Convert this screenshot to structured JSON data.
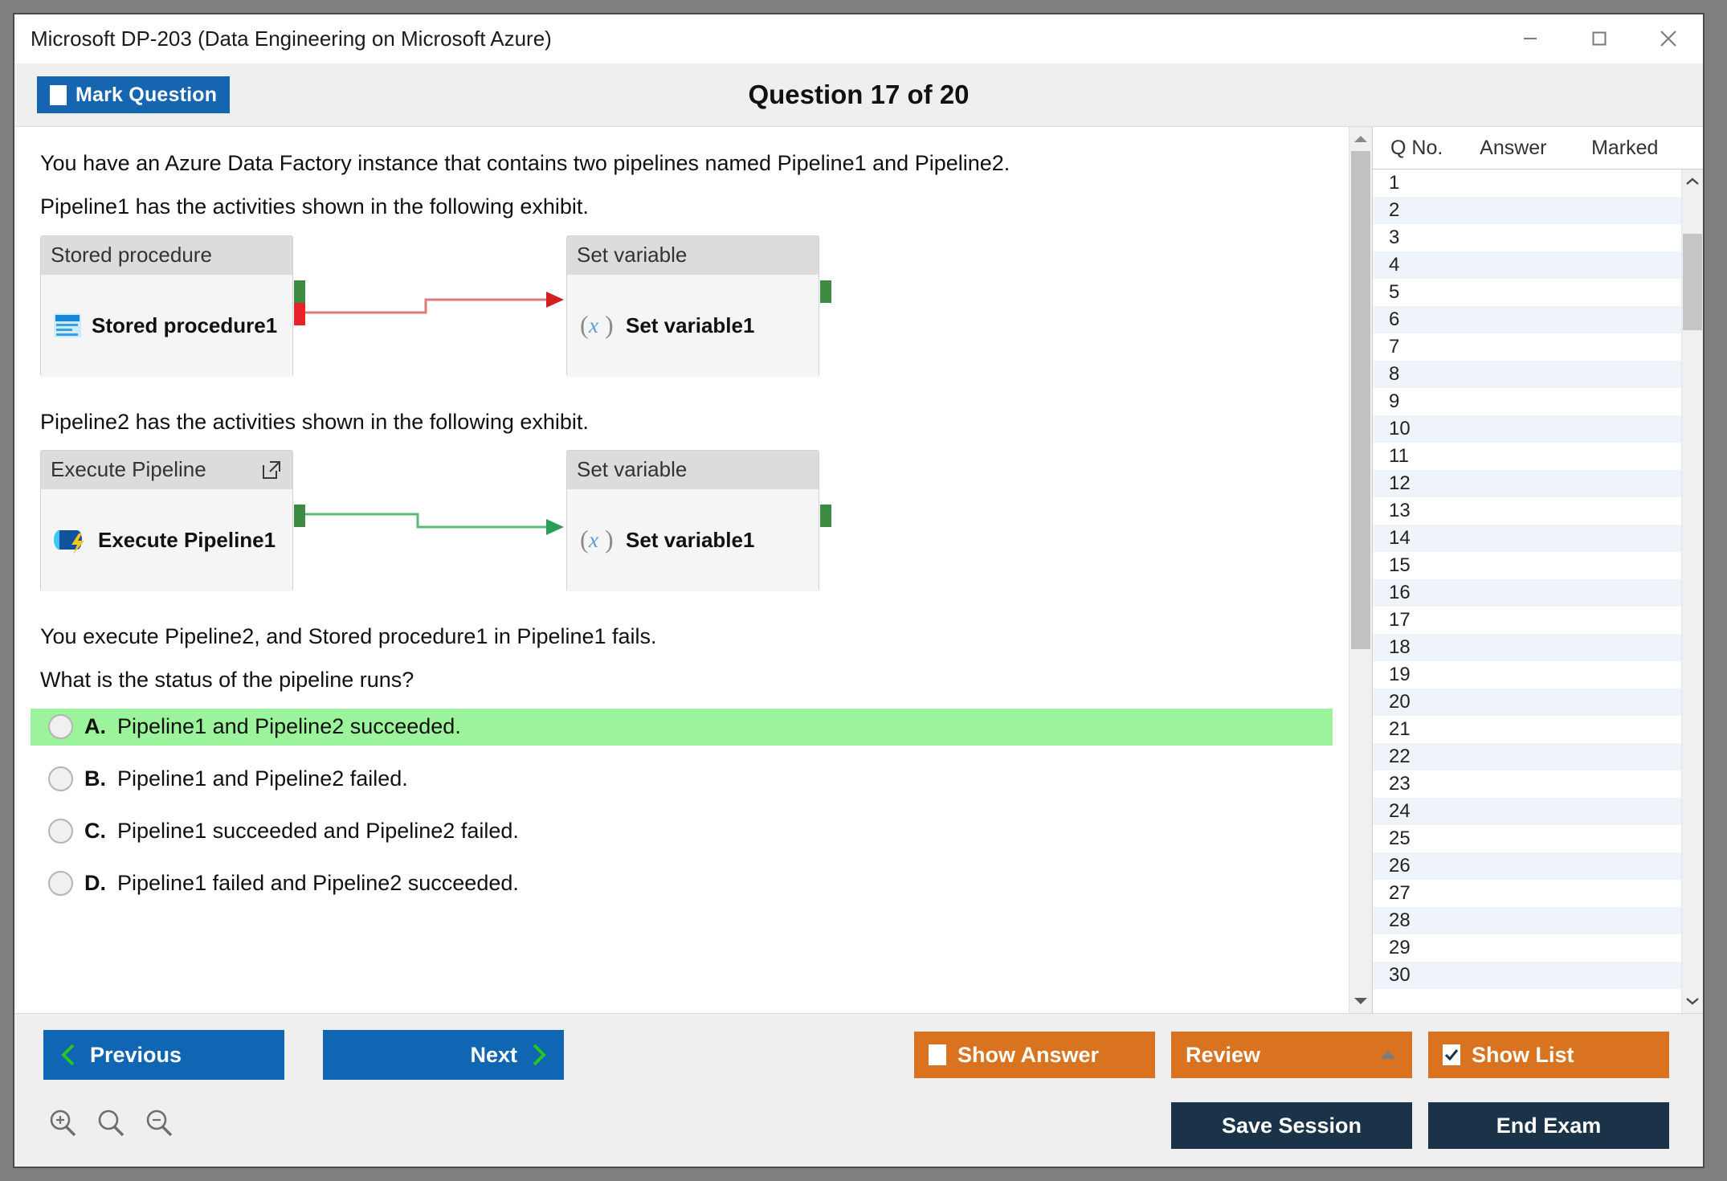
{
  "window": {
    "title": "Microsoft DP-203 (Data Engineering on Microsoft Azure)",
    "controls": {
      "minimize": "minimize-icon",
      "maximize": "maximize-icon",
      "close": "close-icon"
    }
  },
  "header": {
    "mark_question_label": "Mark Question",
    "question_title": "Question 17 of 20",
    "current_question": 17,
    "total_questions": 20
  },
  "question": {
    "intro": "You have an Azure Data Factory instance that contains two pipelines named Pipeline1 and Pipeline2.",
    "exhibit1_caption": "Pipeline1 has the activities shown in the following exhibit.",
    "exhibit2_caption": "Pipeline2 has the activities shown in the following exhibit.",
    "scenario": "You execute Pipeline2, and Stored procedure1 in Pipeline1 fails.",
    "prompt": "What is the status of the pipeline runs?"
  },
  "exhibits": [
    {
      "name": "pipeline1-exhibit",
      "nodes": [
        {
          "header": "Stored procedure",
          "label": "Stored procedure1",
          "icon": "stored-procedure-icon",
          "header_icon": ""
        },
        {
          "header": "Set variable",
          "label": "Set variable1",
          "icon": "set-variable-icon",
          "header_icon": ""
        }
      ],
      "connector_color": "#e03c3c",
      "ports": [
        {
          "color": "#3d8b43",
          "type": "success"
        },
        {
          "color": "#e8232a",
          "type": "failure"
        },
        {
          "color": "#3d8b43",
          "type": "success"
        }
      ]
    },
    {
      "name": "pipeline2-exhibit",
      "nodes": [
        {
          "header": "Execute Pipeline",
          "label": "Execute Pipeline1",
          "icon": "execute-pipeline-icon",
          "header_icon": "open-in-new-icon"
        },
        {
          "header": "Set variable",
          "label": "Set variable1",
          "icon": "set-variable-icon",
          "header_icon": ""
        }
      ],
      "connector_color": "#3fa863",
      "ports": [
        {
          "color": "#3d8b43",
          "type": "success"
        },
        {
          "color": "#3d8b43",
          "type": "success"
        }
      ]
    }
  ],
  "options": [
    {
      "letter": "A.",
      "text": "Pipeline1 and Pipeline2 succeeded.",
      "highlighted": true
    },
    {
      "letter": "B.",
      "text": "Pipeline1 and Pipeline2 failed.",
      "highlighted": false
    },
    {
      "letter": "C.",
      "text": "Pipeline1 succeeded and Pipeline2 failed.",
      "highlighted": false
    },
    {
      "letter": "D.",
      "text": "Pipeline1 failed and Pipeline2 succeeded.",
      "highlighted": false
    }
  ],
  "question_list": {
    "columns": [
      "Q No.",
      "Answer",
      "Marked"
    ],
    "rows": [
      {
        "no": "1",
        "answer": "",
        "marked": ""
      },
      {
        "no": "2",
        "answer": "",
        "marked": ""
      },
      {
        "no": "3",
        "answer": "",
        "marked": ""
      },
      {
        "no": "4",
        "answer": "",
        "marked": ""
      },
      {
        "no": "5",
        "answer": "",
        "marked": ""
      },
      {
        "no": "6",
        "answer": "",
        "marked": ""
      },
      {
        "no": "7",
        "answer": "",
        "marked": ""
      },
      {
        "no": "8",
        "answer": "",
        "marked": ""
      },
      {
        "no": "9",
        "answer": "",
        "marked": ""
      },
      {
        "no": "10",
        "answer": "",
        "marked": ""
      },
      {
        "no": "11",
        "answer": "",
        "marked": ""
      },
      {
        "no": "12",
        "answer": "",
        "marked": ""
      },
      {
        "no": "13",
        "answer": "",
        "marked": ""
      },
      {
        "no": "14",
        "answer": "",
        "marked": ""
      },
      {
        "no": "15",
        "answer": "",
        "marked": ""
      },
      {
        "no": "16",
        "answer": "",
        "marked": ""
      },
      {
        "no": "17",
        "answer": "",
        "marked": ""
      },
      {
        "no": "18",
        "answer": "",
        "marked": ""
      },
      {
        "no": "19",
        "answer": "",
        "marked": ""
      },
      {
        "no": "20",
        "answer": "",
        "marked": ""
      },
      {
        "no": "21",
        "answer": "",
        "marked": ""
      },
      {
        "no": "22",
        "answer": "",
        "marked": ""
      },
      {
        "no": "23",
        "answer": "",
        "marked": ""
      },
      {
        "no": "24",
        "answer": "",
        "marked": ""
      },
      {
        "no": "25",
        "answer": "",
        "marked": ""
      },
      {
        "no": "26",
        "answer": "",
        "marked": ""
      },
      {
        "no": "27",
        "answer": "",
        "marked": ""
      },
      {
        "no": "28",
        "answer": "",
        "marked": ""
      },
      {
        "no": "29",
        "answer": "",
        "marked": ""
      },
      {
        "no": "30",
        "answer": "",
        "marked": ""
      }
    ]
  },
  "footer": {
    "previous_label": "Previous",
    "next_label": "Next",
    "show_answer_label": "Show Answer",
    "show_answer_checked": false,
    "review_label": "Review",
    "show_list_label": "Show List",
    "show_list_checked": true,
    "save_session_label": "Save Session",
    "end_exam_label": "End Exam",
    "zoom_icons": [
      "zoom-in-icon",
      "zoom-reset-icon",
      "zoom-out-icon"
    ]
  },
  "colors": {
    "primary_blue": "#1166b3",
    "orange": "#d9731f",
    "navy": "#1b3348",
    "correct_green": "#9bf39b",
    "port_green": "#3d8b43",
    "port_red": "#e8232a"
  }
}
